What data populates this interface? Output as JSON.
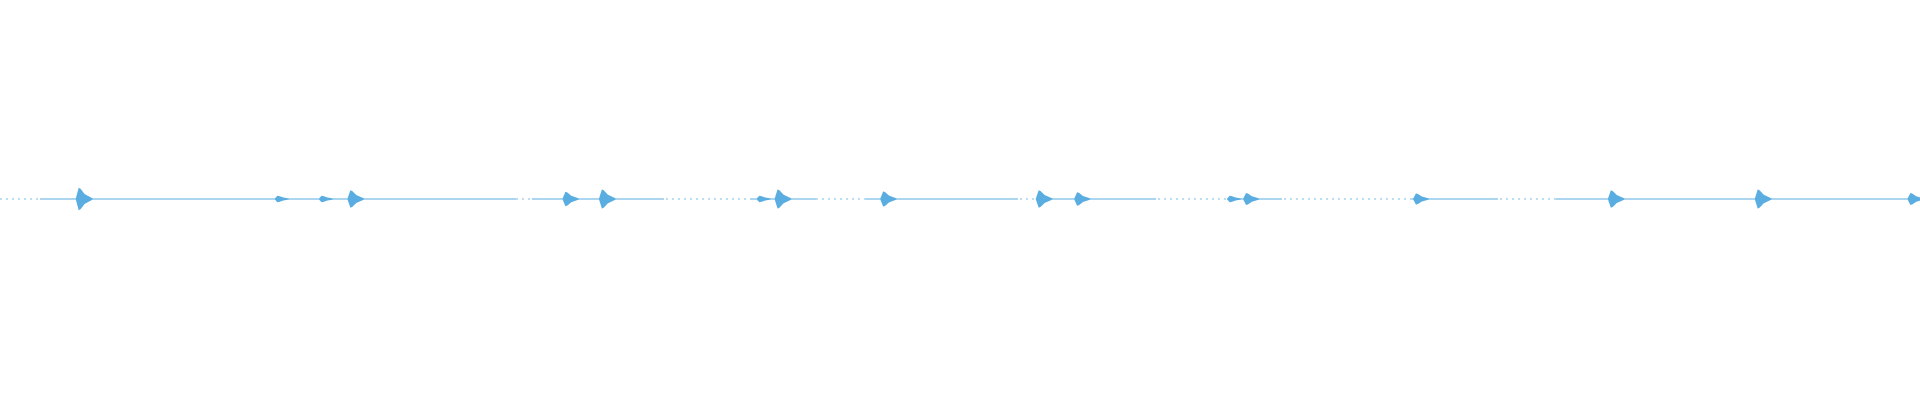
{
  "waveform": {
    "color": "#5aade0",
    "baseline_color": "#5aade0",
    "duration_fraction_visible": 1.0,
    "peaks": [
      {
        "t": 0.0415,
        "amp": 0.028
      },
      {
        "t": 0.145,
        "amp": 0.008
      },
      {
        "t": 0.168,
        "amp": 0.008
      },
      {
        "t": 0.183,
        "amp": 0.022
      },
      {
        "t": 0.295,
        "amp": 0.018
      },
      {
        "t": 0.314,
        "amp": 0.024
      },
      {
        "t": 0.396,
        "amp": 0.008
      },
      {
        "t": 0.4055,
        "amp": 0.024
      },
      {
        "t": 0.4605,
        "amp": 0.019
      },
      {
        "t": 0.5415,
        "amp": 0.022
      },
      {
        "t": 0.5615,
        "amp": 0.017
      },
      {
        "t": 0.641,
        "amp": 0.008
      },
      {
        "t": 0.6495,
        "amp": 0.015
      },
      {
        "t": 0.738,
        "amp": 0.014
      },
      {
        "t": 0.8395,
        "amp": 0.022
      },
      {
        "t": 0.916,
        "amp": 0.024
      },
      {
        "t": 0.9955,
        "amp": 0.015
      }
    ],
    "quiet_gaps": [
      {
        "from": 0.0,
        "to": 0.02
      },
      {
        "from": 0.268,
        "to": 0.277
      },
      {
        "from": 0.345,
        "to": 0.39
      },
      {
        "from": 0.424,
        "to": 0.45
      },
      {
        "from": 0.53,
        "to": 0.54
      },
      {
        "from": 0.602,
        "to": 0.64
      },
      {
        "from": 0.667,
        "to": 0.735
      },
      {
        "from": 0.78,
        "to": 0.81
      }
    ]
  }
}
